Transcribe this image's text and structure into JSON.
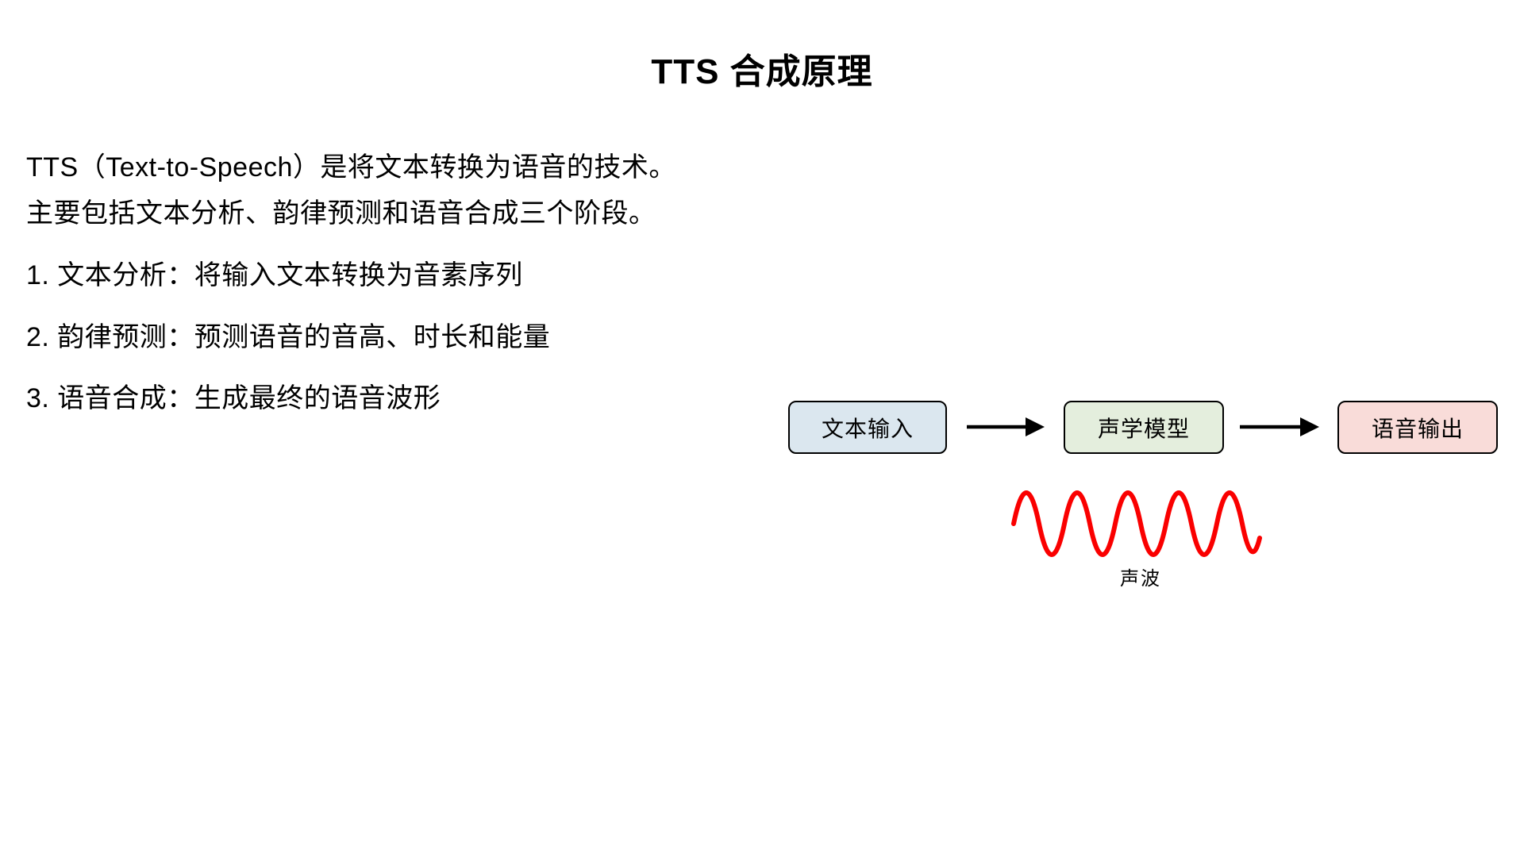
{
  "page": {
    "background": "#ffffff",
    "title": "TTS 合成原理",
    "intro_lines": [
      "TTS（Text-to-Speech）是将文本转换为语音的技术。",
      "主要包括文本分析、韵律预测和语音合成三个阶段。"
    ],
    "steps": [
      "1. 文本分析：将输入文本转换为音素序列",
      "2. 韵律预测：预测语音的音高、时长和能量",
      "3. 语音合成：生成最终的语音波形"
    ]
  },
  "diagram": {
    "nodes": [
      {
        "label": "文本输入",
        "fill": "#dbe7ef",
        "border": "#000000"
      },
      {
        "label": "声学模型",
        "fill": "#e4eedd",
        "border": "#000000"
      },
      {
        "label": "语音输出",
        "fill": "#f9dcd9",
        "border": "#000000"
      }
    ],
    "arrow_color": "#000000",
    "wave": {
      "label": "声波",
      "color": "#fa0000"
    }
  }
}
